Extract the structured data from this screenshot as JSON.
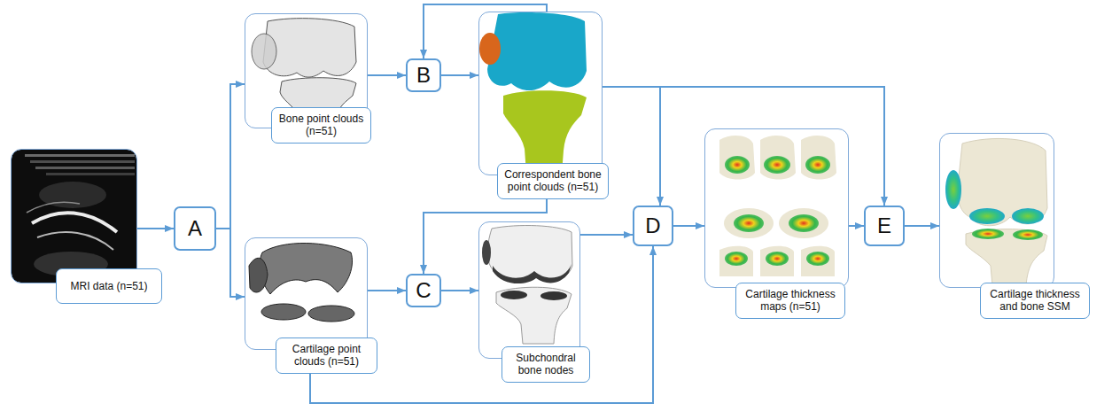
{
  "diagram": {
    "nodes": [
      {
        "text": [
          "MRI data (n=51)"
        ]
      },
      {
        "text": [
          "A"
        ]
      },
      {
        "text": [
          "Bone point clouds (n=51)"
        ]
      },
      {
        "text": [
          "Cartilage point clouds (n=51)"
        ]
      },
      {
        "text": [
          "B"
        ]
      },
      {
        "text": [
          "Correspondent bone point clouds (n=51)"
        ]
      },
      {
        "text": [
          "C"
        ]
      },
      {
        "text": [
          "Subchondral bone nodes"
        ]
      },
      {
        "text": [
          "D"
        ]
      },
      {
        "text": [
          "Cartilage thickness maps (n=51)"
        ]
      },
      {
        "text": [
          "E"
        ]
      },
      {
        "text": [
          "Cartilage thickness and bone SSM"
        ]
      }
    ],
    "edges": [
      {
        "from": 0,
        "to": 1,
        "arrow": "to"
      },
      {
        "from": 1,
        "to": 2,
        "arrow": "to"
      },
      {
        "from": 1,
        "to": 3,
        "arrow": "to"
      },
      {
        "from": 2,
        "to": 4,
        "arrow": "to"
      },
      {
        "from": 4,
        "to": 5,
        "arrow": "to"
      },
      {
        "from": 5,
        "to": 4,
        "arrow": "to"
      },
      {
        "from": 5,
        "to": 8,
        "arrow": "to"
      },
      {
        "from": 5,
        "to": 10,
        "arrow": "to"
      },
      {
        "from": 5,
        "to": 6,
        "arrow": "to"
      },
      {
        "from": 3,
        "to": 6,
        "arrow": "to"
      },
      {
        "from": 6,
        "to": 7,
        "arrow": "to"
      },
      {
        "from": 7,
        "to": 8,
        "arrow": "to"
      },
      {
        "from": 3,
        "to": 8,
        "arrow": "to"
      },
      {
        "from": 8,
        "to": 9,
        "arrow": "to"
      },
      {
        "from": 9,
        "to": 10,
        "arrow": "to"
      },
      {
        "from": 10,
        "to": 11,
        "arrow": "to"
      }
    ]
  }
}
